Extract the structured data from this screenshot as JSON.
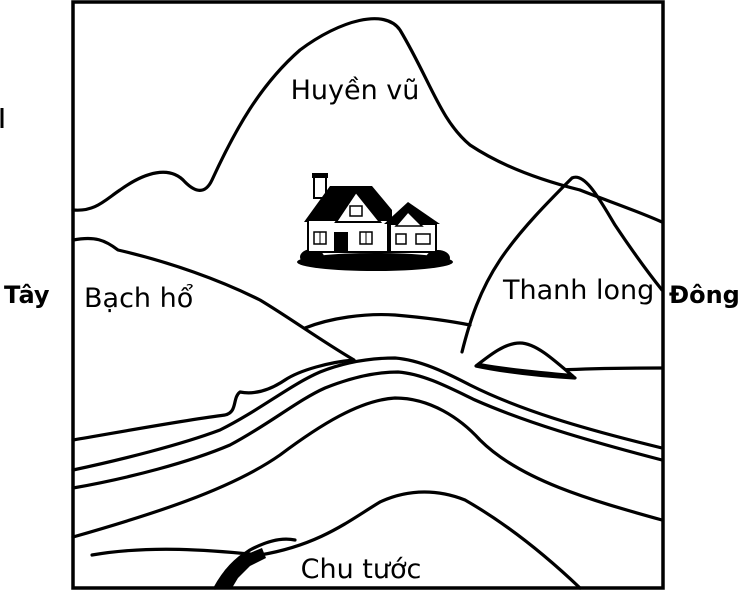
{
  "labels": {
    "north": "Huyền vũ",
    "west_mountain": "Bạch hổ",
    "east_mountain": "Thanh long",
    "south": "Chu tước",
    "west": "Tây",
    "east": "Đông"
  },
  "icons": {
    "house": "house-icon"
  },
  "colors": {
    "line": "#000000",
    "background": "#ffffff"
  }
}
